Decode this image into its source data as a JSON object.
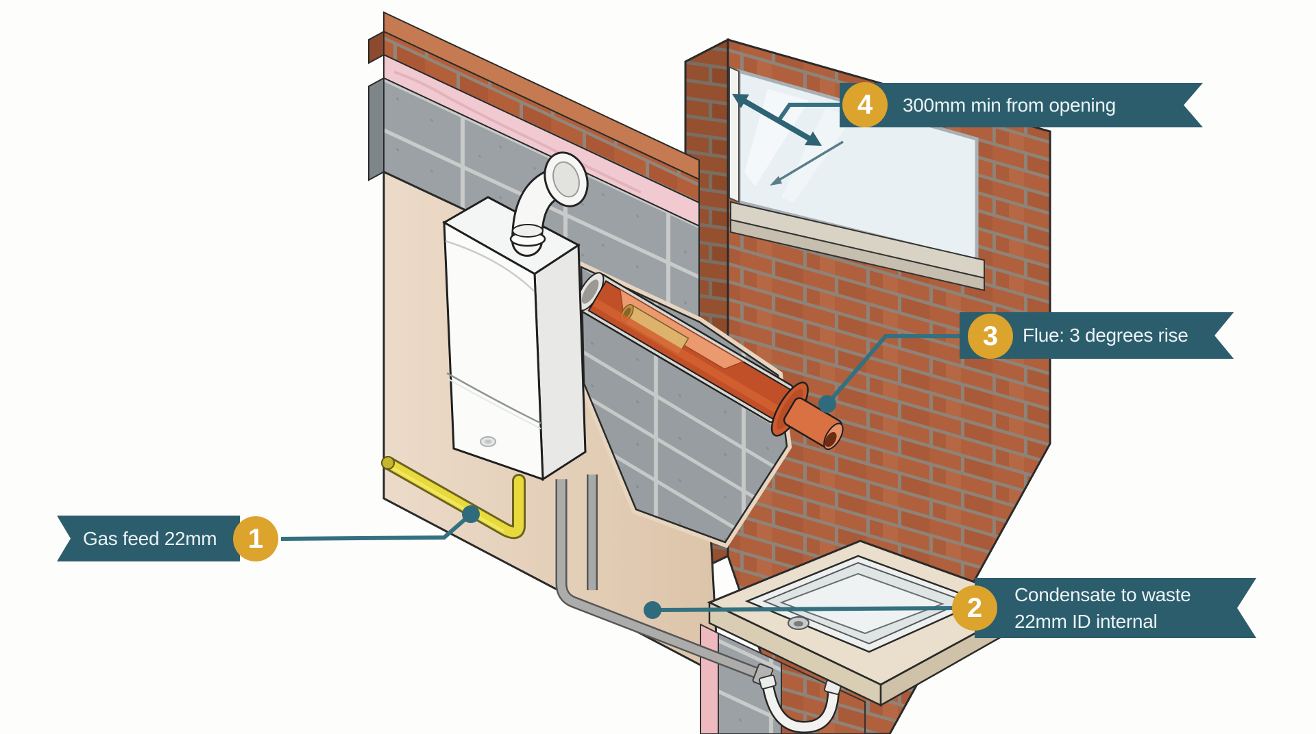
{
  "figure": {
    "alt": "Cutaway illustration of a wall-mounted gas boiler installation at a brick wall corner with window, showing flue, gas feed, and condensate pipework",
    "background_color": "#fdfdfc"
  },
  "callouts": [
    {
      "number": "1",
      "lines": [
        "Gas feed 22mm"
      ],
      "side": "left"
    },
    {
      "number": "2",
      "lines": [
        "Condensate to waste",
        "22mm ID internal"
      ],
      "side": "right"
    },
    {
      "number": "3",
      "lines": [
        "Flue: 3 degrees rise"
      ],
      "side": "right"
    },
    {
      "number": "4",
      "lines": [
        "300mm min from opening"
      ],
      "side": "right"
    }
  ],
  "colors": {
    "banner_teal": "#2c5d6c",
    "banner_text": "#eaf3f5",
    "badge_gold": "#dca32d",
    "leader_teal": "#34707f",
    "dot_teal": "#2f6b7c",
    "arrow_teal": "#2e6374",
    "brick_outer": "#b0603d",
    "brick_corner": "#94502f",
    "block_grey": "#9ba1a4",
    "insulation_pink": "#f1cad1",
    "plaster_beige": "#e4d0ba",
    "flue_orange": "#c14f28",
    "flue_inner_brass": "#dcb26c",
    "gas_pipe_yellow": "#e8d93c",
    "condensate_grey": "#acacaa",
    "trap_white": "#f2f2f0",
    "worktop_beige": "#e9dfcc",
    "sink_white": "#eef0f0",
    "window_glass": "#e8f0f4"
  },
  "scene_parts": {
    "boiler": "wall-mounted boiler",
    "flue": "horizontal flue with 3 degree rise",
    "flue_terminal": "flue terminal through brick",
    "gas_pipe": "22mm yellow gas feed pipe",
    "condensate_pipe": "22mm condensate waste pipe",
    "trap": "sink P-trap",
    "sink": "utility sink",
    "window": "window opening",
    "wall": "brick and block cavity wall with insulation"
  }
}
